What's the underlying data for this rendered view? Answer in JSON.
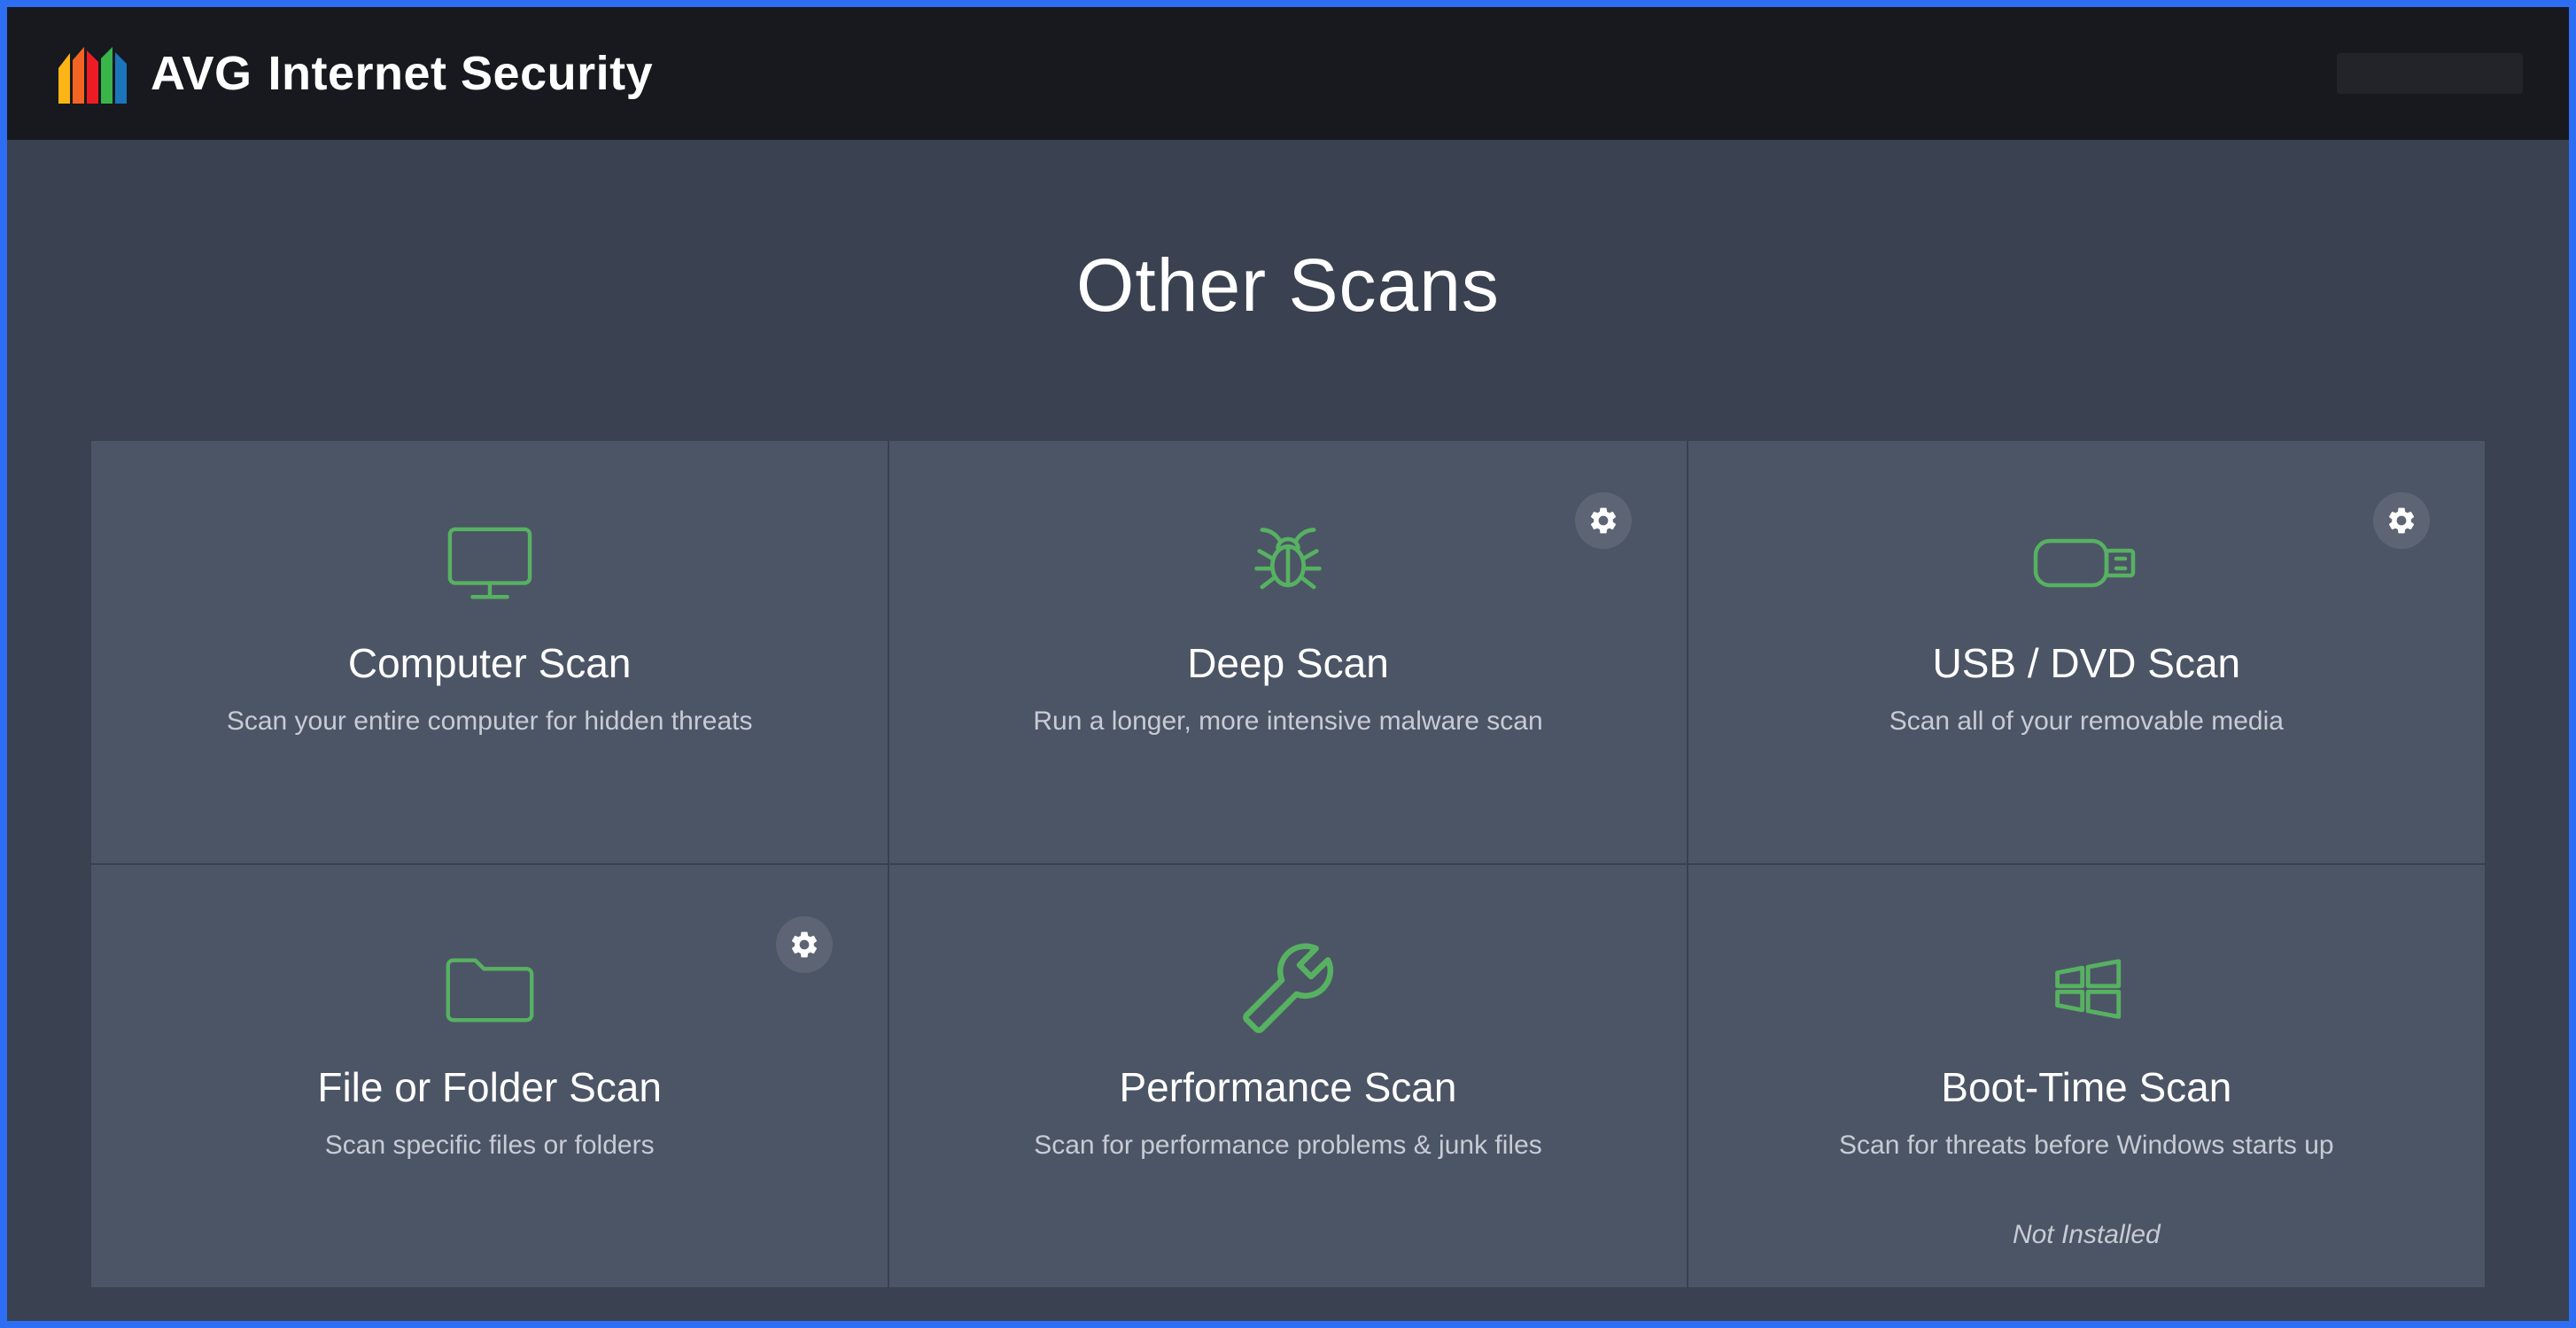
{
  "header": {
    "brand": "AVG",
    "product": "Internet Security",
    "logo_icon": "avg-logo-icon"
  },
  "page": {
    "title": "Other Scans"
  },
  "tiles": [
    {
      "title": "Computer Scan",
      "description": "Scan your entire computer for hidden threats",
      "icon": "monitor-icon",
      "has_settings": false
    },
    {
      "title": "Deep Scan",
      "description": "Run a longer, more intensive malware scan",
      "icon": "bug-icon",
      "has_settings": true
    },
    {
      "title": "USB / DVD Scan",
      "description": "Scan all of your removable media",
      "icon": "usb-drive-icon",
      "has_settings": true
    },
    {
      "title": "File or Folder Scan",
      "description": "Scan specific files or folders",
      "icon": "folder-icon",
      "has_settings": true
    },
    {
      "title": "Performance Scan",
      "description": "Scan for performance problems & junk files",
      "icon": "wrench-icon",
      "has_settings": false
    },
    {
      "title": "Boot-Time Scan",
      "description": "Scan for threats before Windows starts up",
      "icon": "windows-logo-icon",
      "has_settings": false,
      "note": "Not Installed"
    }
  ],
  "settings_icon": "gear-icon",
  "colors": {
    "accent_green": "#57b162",
    "window_border": "#2e6ef5",
    "header_background": "#17191f",
    "body_background": "#3a4150",
    "tile_background": "#4c5565"
  }
}
